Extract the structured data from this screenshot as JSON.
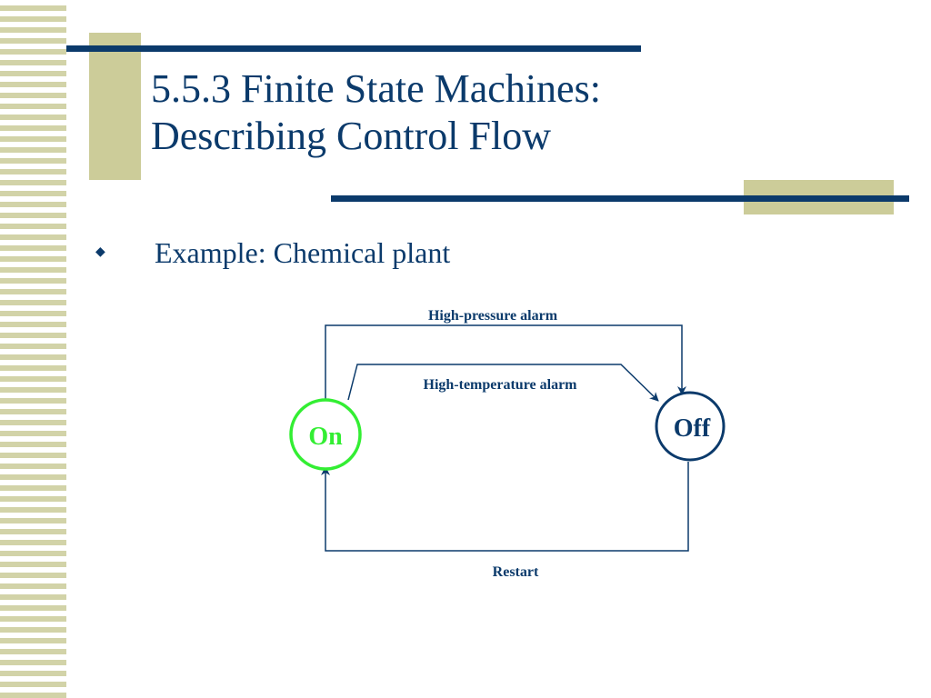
{
  "slide": {
    "title_line1": "5.5.3 Finite State Machines:",
    "title_line2": "Describing Control Flow",
    "bullet": "Example: Chemical plant"
  },
  "diagram": {
    "states": {
      "on": "On",
      "off": "Off"
    },
    "transitions": {
      "high_pressure": "High-pressure alarm",
      "high_temperature": "High-temperature alarm",
      "restart": "Restart"
    }
  },
  "colors": {
    "navy": "#0b3a6b",
    "on_state": "#33ee33",
    "accent": "#cccc99"
  },
  "icons": {
    "bullet": "diamond-bullet-icon"
  }
}
